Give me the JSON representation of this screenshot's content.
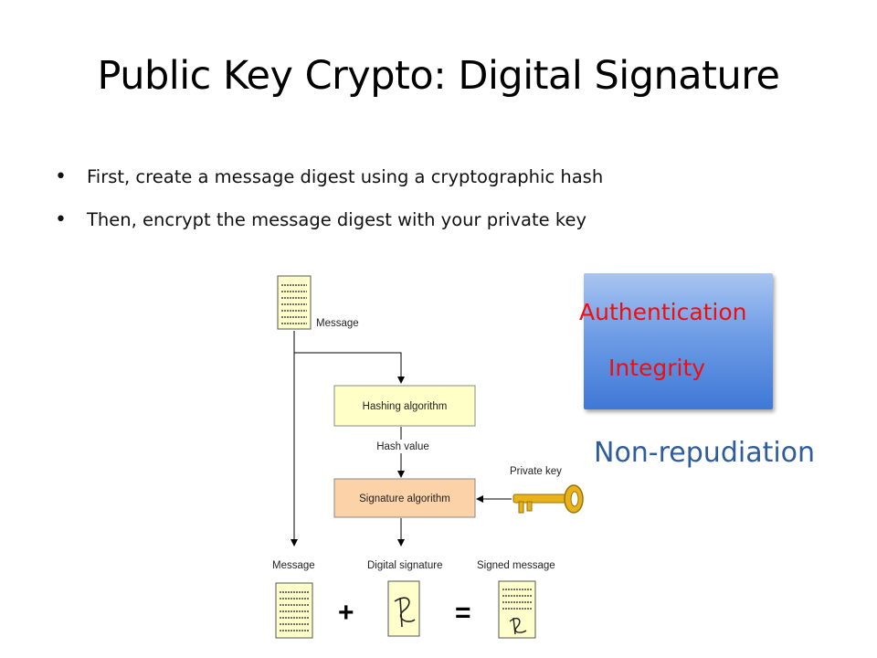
{
  "title": "Public Key Crypto: Digital Signature",
  "bullets": [
    "First, create a message digest using a cryptographic hash",
    "Then, encrypt the message digest with your private key"
  ],
  "diagram": {
    "message_top": "Message",
    "hashing_algorithm": "Hashing algorithm",
    "hash_value": "Hash value",
    "signature_algorithm": "Signature algorithm",
    "private_key": "Private key",
    "message_bottom": "Message",
    "digital_signature": "Digital signature",
    "signed_message": "Signed message",
    "plus": "+",
    "equals": "="
  },
  "properties": {
    "authentication": "Authentication",
    "integrity": "Integrity",
    "non_repudiation": "Non-repudiation"
  },
  "colors": {
    "hash_box": "#ffffc8",
    "signature_box": "#fcd2a8",
    "property_red": "#f20d0d",
    "non_repudiation_blue": "#2e5c9e",
    "key_gold": "#e8b21a"
  }
}
